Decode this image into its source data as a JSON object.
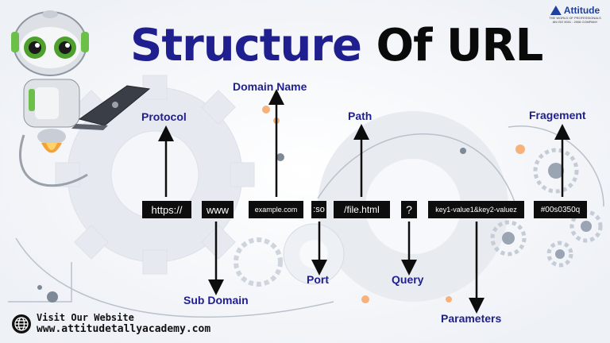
{
  "title": {
    "part1": "Structure",
    "part2": "Of URL"
  },
  "brand": {
    "name": "Attitude",
    "line1": "THE WORLD OF PROFESSIONALS",
    "line2": "AN ISO 9001 : 2008 COMPANY"
  },
  "url_parts": {
    "protocol": "https://",
    "subdomain": "www",
    "domain": "example.com",
    "port": ":so",
    "path": "/file.html",
    "query": "?",
    "parameters": "key1-value1&key2-valuez",
    "fragment": "#00s0350q"
  },
  "labels": {
    "protocol": "Protocol",
    "domain": "Domain Name",
    "path": "Path",
    "fragment": "Fragement",
    "subdomain": "Sub Domain",
    "port": "Port",
    "query": "Query",
    "parameters": "Parameters"
  },
  "footer": {
    "visit": "Visit Our Website",
    "url": "www.attitudetallyacademy.com"
  },
  "colors": {
    "accent": "#1f1f8f",
    "box": "#0d0d0d",
    "gear": "#e4e8ef",
    "dot": "#f6b27a"
  },
  "icons": [
    "robot-mascot-icon",
    "laptop-icon",
    "globe-icon",
    "gear-icon"
  ]
}
